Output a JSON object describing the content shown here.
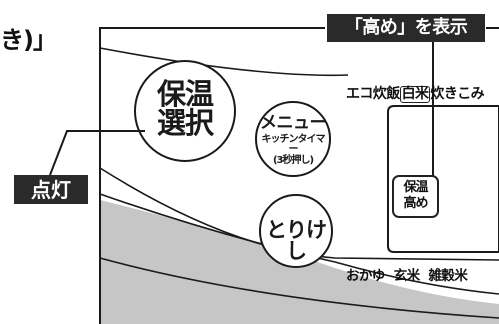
{
  "corner_text": "き)」",
  "labels": {
    "top_tag": "「高め」を表示",
    "left_tag": "点灯"
  },
  "buttons": {
    "hoon": {
      "line1": "保温",
      "line2": "選択"
    },
    "menu": {
      "line1": "メニュー",
      "line2": "キッチンタイマー",
      "line3": "(3秒押し)"
    },
    "cancel": {
      "label": "とりけし"
    }
  },
  "display_panel": {
    "top_row": [
      "エコ炊飯",
      "白米",
      "炊きこみ"
    ],
    "indicator": {
      "line1": "保温",
      "line2": "高め"
    },
    "bottom_row": [
      "おかゆ",
      "玄米",
      "雑穀米"
    ]
  },
  "colors": {
    "tag_background": "#2a2a2a",
    "tag_text": "#ffffff",
    "panel_gray": "#c6c6c6",
    "outline": "#1a1a1a"
  }
}
